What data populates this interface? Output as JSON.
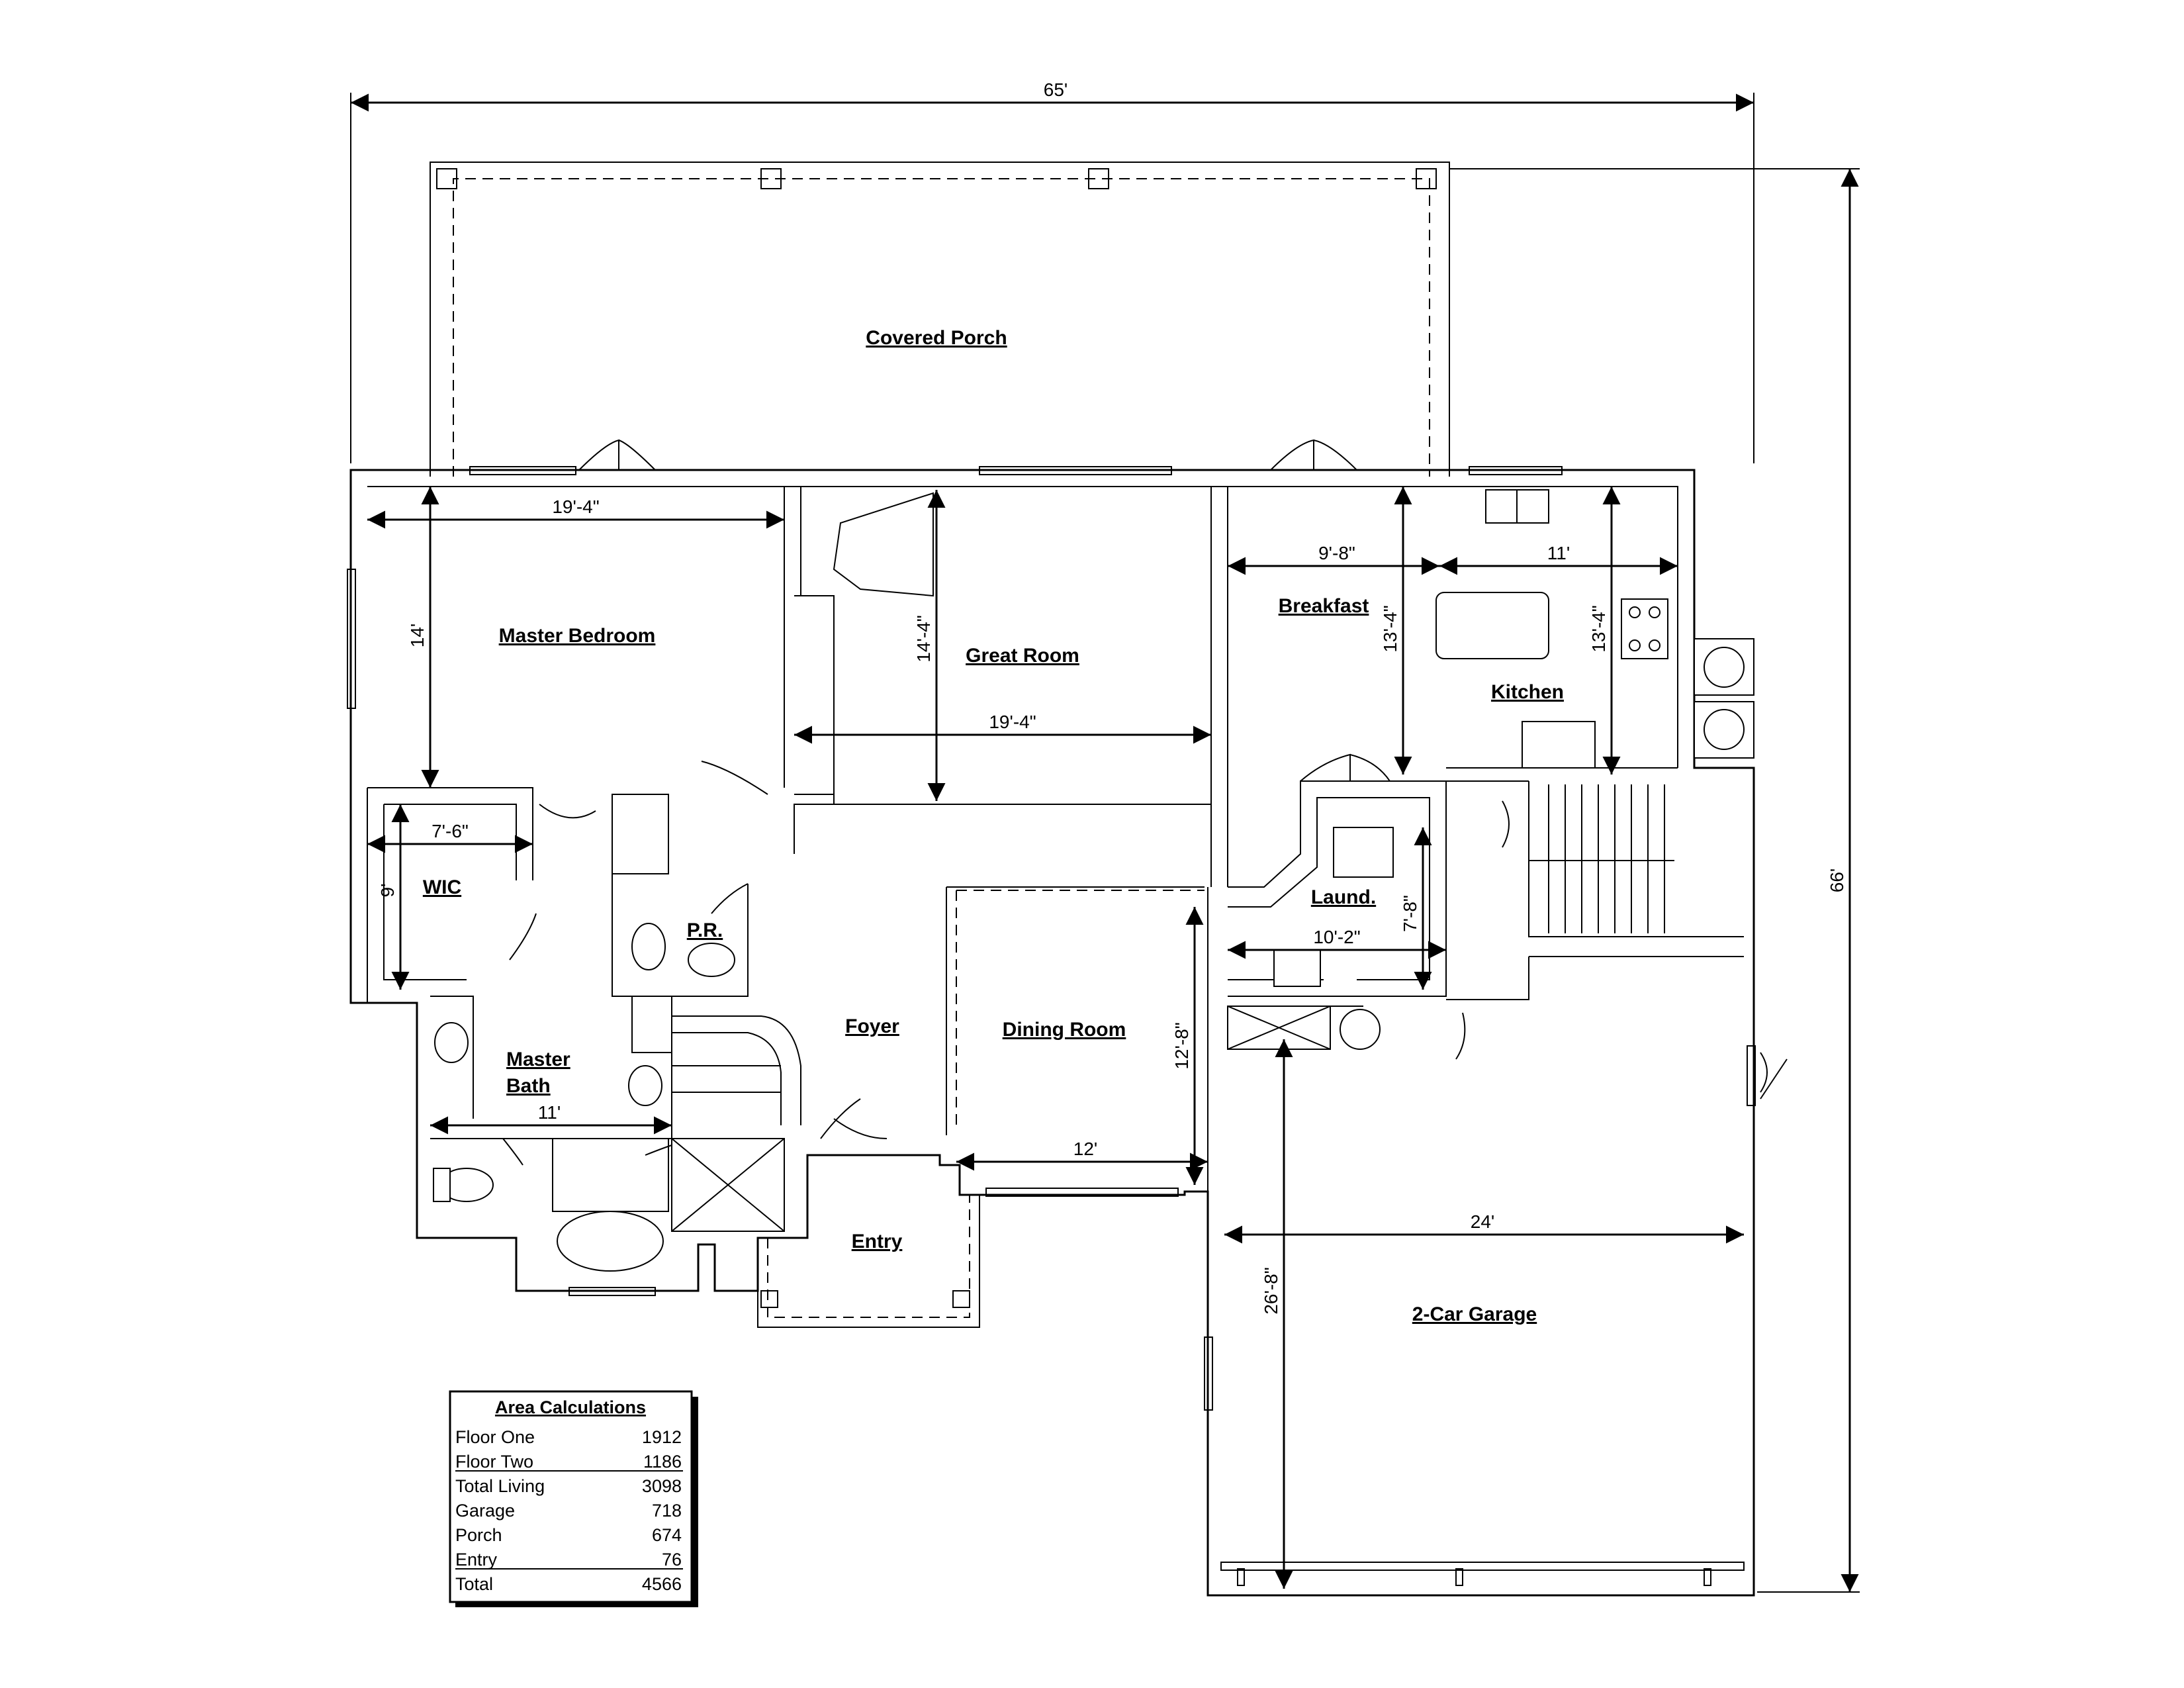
{
  "rooms": {
    "covered_porch": "Covered Porch",
    "master_bedroom": "Master Bedroom",
    "great_room": "Great Room",
    "breakfast": "Breakfast",
    "kitchen": "Kitchen",
    "wic": "WIC",
    "pr": "P.R.",
    "laund": "Laund.",
    "foyer": "Foyer",
    "dining_room": "Dining Room",
    "master_bath_line1": "Master",
    "master_bath_line2": "Bath",
    "entry": "Entry",
    "garage": "2-Car Garage"
  },
  "dimensions": {
    "overall_width": "65'",
    "overall_depth": "66'",
    "master_bedroom_width": "19'-4\"",
    "master_bedroom_depth": "14'",
    "great_room_width": "19'-4\"",
    "great_room_depth": "14'-4\"",
    "breakfast_width": "9'-8\"",
    "kitchen_width": "11'",
    "breakfast_depth": "13'-4\"",
    "kitchen_depth": "13'-4\"",
    "wic_width": "7'-6\"",
    "wic_depth": "9'",
    "laund_width": "10'-2\"",
    "laund_depth": "7'-8\"",
    "dining_depth": "12'-8\"",
    "dining_width": "12'",
    "master_bath_width": "11'",
    "garage_width": "24'",
    "garage_depth": "26'-8\""
  },
  "area_table": {
    "title": "Area Calculations",
    "rows": [
      {
        "label": "Floor One",
        "value": "1912"
      },
      {
        "label": "Floor Two",
        "value": "1186"
      },
      {
        "label": "Total Living",
        "value": "3098"
      },
      {
        "label": "Garage",
        "value": "718"
      },
      {
        "label": "Porch",
        "value": "674"
      },
      {
        "label": "Entry",
        "value": "76"
      },
      {
        "label": "Total",
        "value": "4566"
      }
    ]
  }
}
